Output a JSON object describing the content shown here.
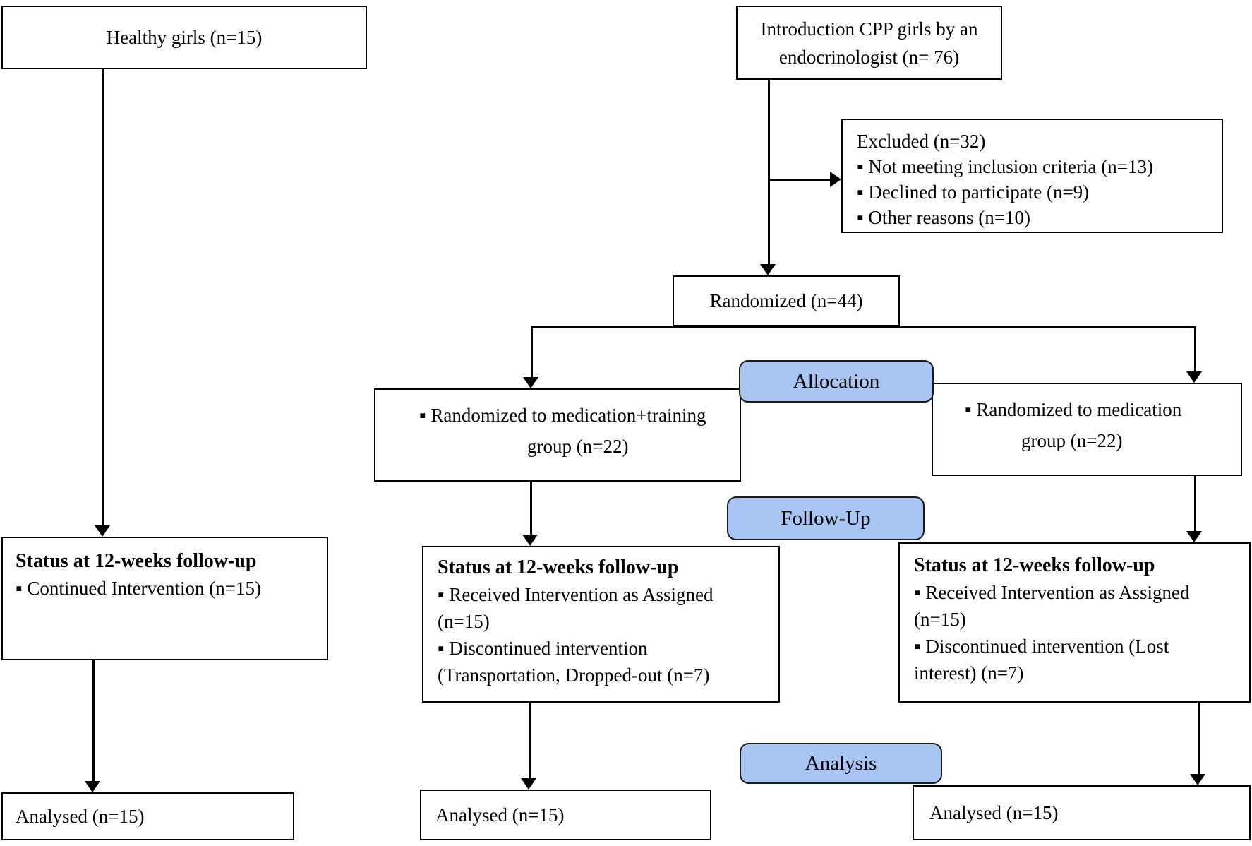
{
  "diagram": {
    "boxes": {
      "healthy_girls": {
        "text": "Healthy girls (n=15)"
      },
      "introduction": {
        "line1": "Introduction CPP girls by an",
        "line2": "endocrinologist (n= 76)"
      },
      "excluded": {
        "title": "Excluded (n=32)",
        "items": [
          "▪ Not meeting inclusion criteria (n=13)",
          "▪ Declined to participate (n=9)",
          "▪ Other reasons (n=10)"
        ]
      },
      "randomized": {
        "text": "Randomized (n=44)"
      },
      "alloc_training": {
        "line1": "▪ Randomized to medication+training",
        "line2": "group (n=22)"
      },
      "alloc_medication": {
        "line1": "▪ Randomized to medication",
        "line2": "group (n=22)"
      },
      "status_healthy": {
        "title": "Status at 12-weeks follow-up",
        "items": [
          "▪ Continued Intervention (n=15)"
        ]
      },
      "status_training": {
        "title": "Status at 12-weeks follow-up",
        "items": [
          "▪ Received Intervention as Assigned (n=15)",
          "▪ Discontinued intervention (Transportation, Dropped-out (n=7)"
        ]
      },
      "status_medication": {
        "title": "Status at 12-weeks follow-up",
        "items": [
          "▪ Received Intervention as Assigned (n=15)",
          "▪ Discontinued intervention (Lost interest) (n=7)"
        ]
      },
      "analysed_healthy": {
        "text": "Analysed (n=15)"
      },
      "analysed_training": {
        "text": "Analysed (n=15)"
      },
      "analysed_medication": {
        "text": "Analysed (n=15)"
      }
    },
    "stage_labels": {
      "allocation": "Allocation",
      "followup": "Follow-Up",
      "analysis": "Analysis"
    },
    "colors": {
      "stage_fill": "#a8c5f4",
      "box_border": "#000000",
      "background": "#ffffff"
    }
  }
}
